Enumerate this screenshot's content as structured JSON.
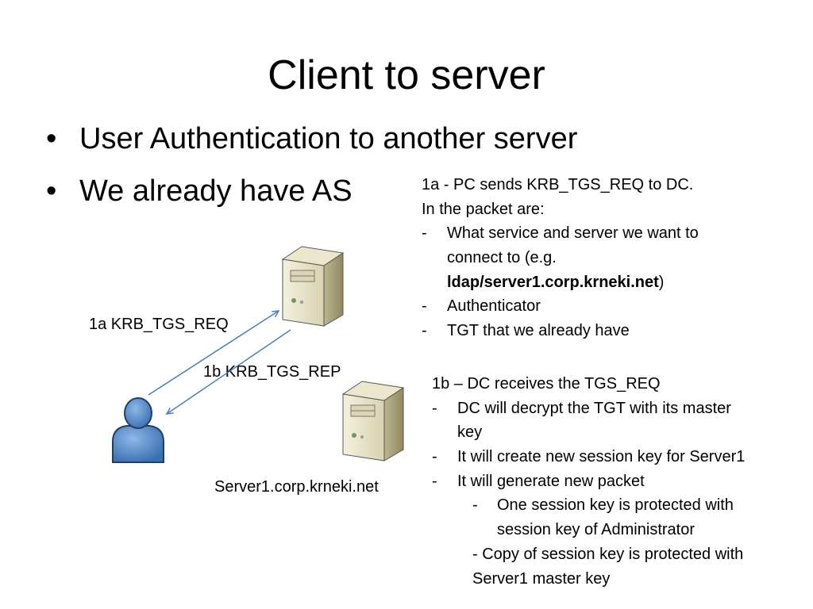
{
  "slide": {
    "title": "Client to server",
    "bullets": [
      "User Authentication to another server",
      "We already have AS"
    ],
    "bullet_glyph": "•"
  },
  "note_1a": {
    "line1": "1a - PC sends KRB_TGS_REQ to DC.",
    "line2": "In the packet are:",
    "dash": "-",
    "item1_line1": "What service and server we want to",
    "item1_line2": "connect to (e.g.",
    "item1_bold": "ldap/server1.corp.krneki.net",
    "item1_close": ")",
    "item2": "Authenticator",
    "item3": "TGT that we already have"
  },
  "note_1b": {
    "line1": "1b – DC receives the TGS_REQ",
    "dash": "-",
    "item1_line1": "DC will decrypt the TGT with its master",
    "item1_line2": "key",
    "item2": "It will create new session key for Server1",
    "item3": "It will generate new packet",
    "sub1_line1": "One session key is protected with",
    "sub1_line2": "session key of Administrator",
    "sub2_line1": "-  Copy of session key is protected with",
    "sub2_line2": "Server1 master key"
  },
  "diagram": {
    "label_req": "1a KRB_TGS_REQ",
    "label_rep": "1b KRB_TGS_REP",
    "label_server": "Server1.corp.krneki.net",
    "icons": [
      "dc-server-icon",
      "server1-icon",
      "user-icon"
    ],
    "arrow_color": "#4a7ebb"
  }
}
